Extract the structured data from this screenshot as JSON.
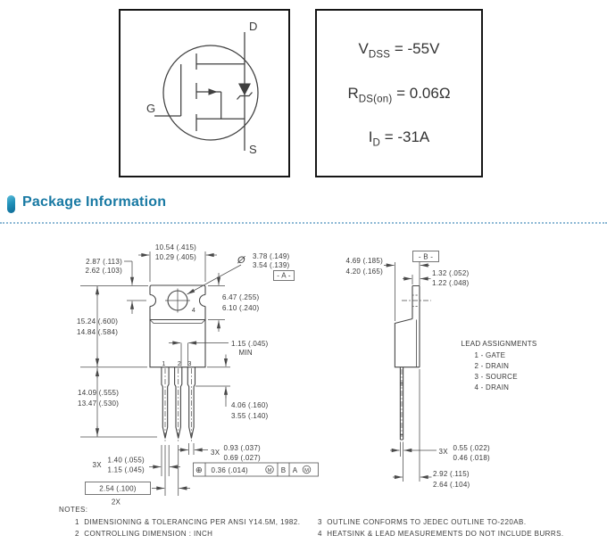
{
  "mosfet_symbol": {
    "drain": "D",
    "gate": "G",
    "source": "S"
  },
  "specs": {
    "vdss": {
      "sym": "V",
      "sub": "DSS",
      "val": " = -55V"
    },
    "rdson": {
      "sym": "R",
      "sub": "DS(on)",
      "val": " = 0.06Ω"
    },
    "id": {
      "sym": "I",
      "sub": "D",
      "val": " = -31A"
    }
  },
  "header": {
    "title": "Package Information"
  },
  "front_view": {
    "tab_width_1": "10.54 (.415)",
    "tab_width_2": "10.29 (.405)",
    "hole_offset_1": "2.87 (.113)",
    "hole_offset_2": "2.62 (.103)",
    "hole_dia_sym": "Ø",
    "hole_dia_1": "3.78 (.149)",
    "hole_dia_2": "3.54 (.139)",
    "datum_a": "- A -",
    "tab_height_1": "6.47 (.255)",
    "tab_height_2": "6.10 (.240)",
    "total_height_1": "15.24 (.600)",
    "total_height_2": "14.84 (.584)",
    "lead_gap_1": "1.15 (.045)",
    "lead_gap_2": "MIN",
    "lead_len_1": "14.09 (.555)",
    "lead_len_2": "13.47 (.530)",
    "shoulder_1": "4.06 (.160)",
    "shoulder_2": "3.55 (.140)",
    "narrow_count": "3X",
    "narrow_1": "0.93 (.037)",
    "narrow_2": "0.69 (.027)",
    "wide_count": "3X",
    "wide_1": "1.40 (.055)",
    "wide_2": "1.15 (.045)",
    "pitch": "2.54 (.100)",
    "pitch_count": "2X",
    "pin1": "1",
    "pin2": "2",
    "pin3": "3",
    "pin4": "4",
    "fcf_sym": "⊕",
    "fcf_tol": "0.36 (.014)",
    "fcf_m": "M",
    "fcf_b": "B",
    "fcf_a": "A"
  },
  "side_view": {
    "datum_b": "- B -",
    "thickness_1": "4.69 (.185)",
    "thickness_2": "4.20 (.165)",
    "tab_thick_1": "1.32 (.052)",
    "tab_thick_2": "1.22 (.048)",
    "lead_thick_count": "3X",
    "lead_thick_1": "0.55 (.022)",
    "lead_thick_2": "0.46 (.018)",
    "lead_off_1": "2.92 (.115)",
    "lead_off_2": "2.64 (.104)",
    "lead_assign_title": "LEAD ASSIGNMENTS",
    "lead_assign": [
      "1 - GATE",
      "2 - DRAIN",
      "3 - SOURCE",
      "4 - DRAIN"
    ]
  },
  "notes": {
    "title": "NOTES:",
    "n1": "1  DIMENSIONING & TOLERANCING PER ANSI Y14.5M, 1982.",
    "n2": "2  CONTROLLING DIMENSION : INCH",
    "n3": "3  OUTLINE CONFORMS TO JEDEC OUTLINE TO-220AB.",
    "n4": "4  HEATSINK & LEAD MEASUREMENTS DO NOT INCLUDE BURRS."
  },
  "colors": {
    "accent": "#1879a3",
    "line": "#4a4a4a",
    "rule_dots": "#8cb8d4"
  }
}
